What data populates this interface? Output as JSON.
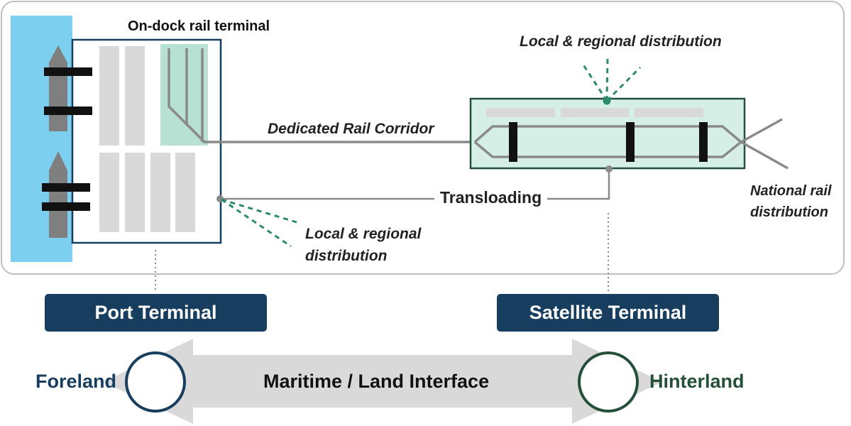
{
  "labels": {
    "on_dock_rail_terminal": "On-dock rail terminal",
    "dedicated_rail_corridor": "Dedicated Rail Corridor",
    "local_regional_top": "Local & regional distribution",
    "transloading": "Transloading",
    "local_regional_bottom_line1": "Local & regional",
    "local_regional_bottom_line2": "distribution",
    "national_line1": "National rail",
    "national_line2": "distribution",
    "port_terminal": "Port Terminal",
    "satellite_terminal": "Satellite Terminal",
    "foreland": "Foreland",
    "hinterland": "Hinterland",
    "maritime_land_interface": "Maritime / Land Interface"
  },
  "colors": {
    "water": "#7ccfef",
    "navy": "#173e5e",
    "dark_green": "#24503a",
    "light_green": "#b7e2d3",
    "dashed_green": "#2e8b6a",
    "rail_gray": "#8a8a8a",
    "block_gray": "#d9d9d9",
    "ship_gray": "#7f7f7f"
  }
}
